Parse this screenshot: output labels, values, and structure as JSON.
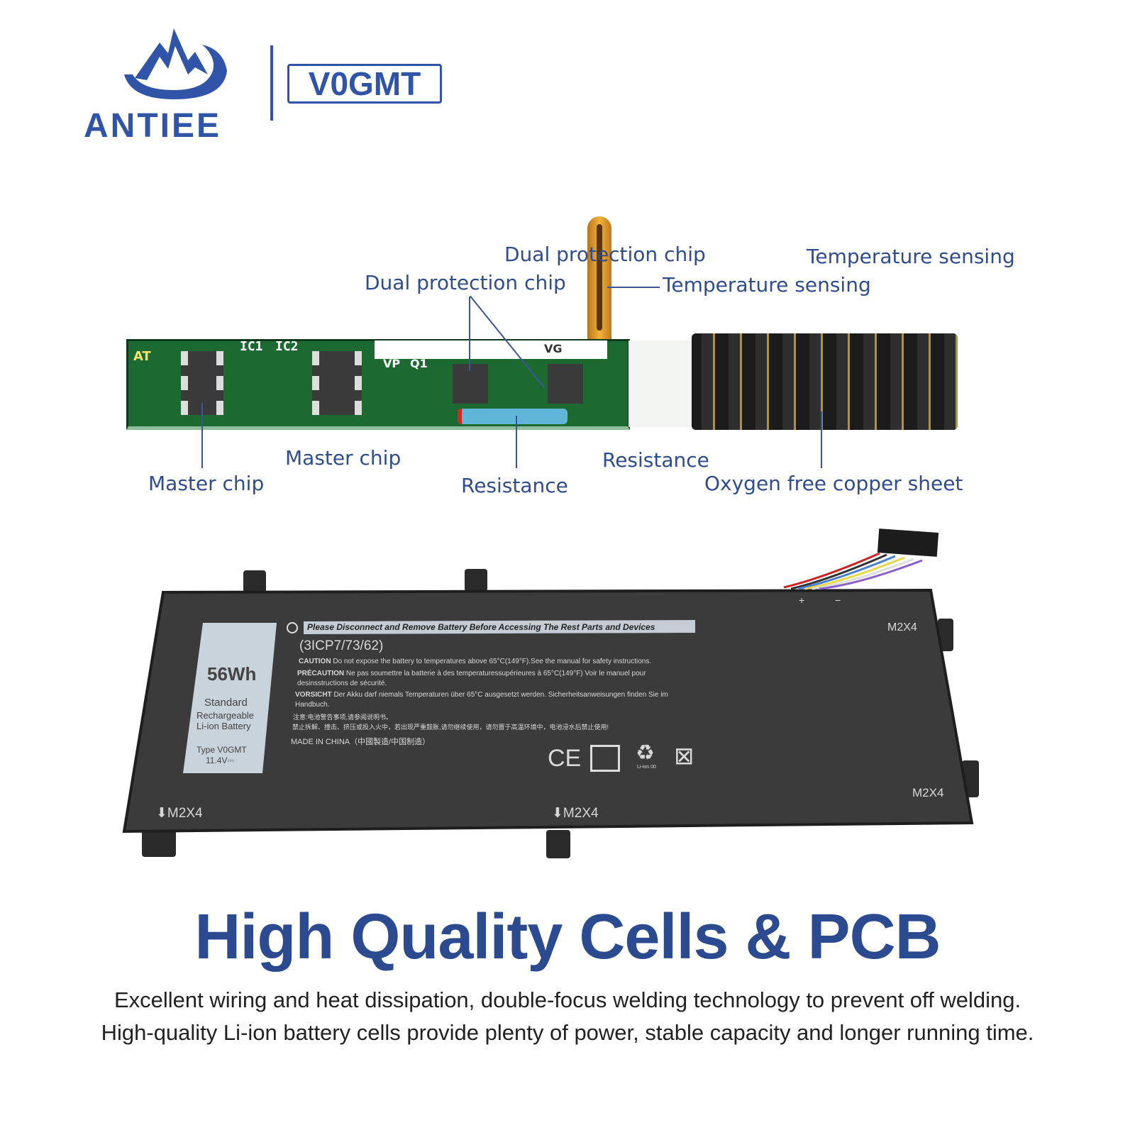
{
  "brand": {
    "name": "ANTIEE",
    "model": "V0GMT"
  },
  "pcb": {
    "labels": {
      "dual_protection_chip": "Dual protection chip",
      "temperature_sensing": "Temperature sensing",
      "master_chip": "Master chip",
      "resistance": "Resistance",
      "oxygen_free_copper_sheet": "Oxygen free copper sheet"
    },
    "silkscreen": [
      "AT",
      "IC1",
      "IC2",
      "VP",
      "Q1",
      "VG"
    ]
  },
  "battery": {
    "warning": "Please Disconnect and Remove Battery Before Accessing The Rest Parts and Devices",
    "cells": "(3ICP7/73/62)",
    "caution_title": "CAUTION",
    "caution": "Do not expose the battery to temperatures above 65°C(149°F).See the manual for safety instructions.",
    "precaution_title": "PRÉCAUTION",
    "precaution": "Ne pas soumettre la batterie à des temperaturessupérieures à 65°C(149°F) Voir le manuel pour desinsstructions de sécurité.",
    "vorsicht_title": "VORSICHT",
    "vorsicht": "Der Akku darf niemals Temperaturen über 65°C ausgesetzt werden.  Sicherheitsanweisungen finden Sie im Handbuch.",
    "cn1": "注意:电池警告事项,请参阅说明书。",
    "cn2": "禁止拆解、撞击、挤压或投入火中，若出现严重鼓胀,请勿继续使用，请勿置于高温环境中，电池浸水后禁止使用!",
    "made_in": "MADE IN CHINA（中國製造/中国制造）",
    "capacity": "56Wh",
    "type_line1": "Standard",
    "type_line2": "Rechargeable",
    "type_line3": "Li-ion Battery",
    "model_type": "Type V0GMT",
    "voltage": "11.4V⎓",
    "screw": "M2X4",
    "plus": "+",
    "minus": "−",
    "liion": "Li-ion 00"
  },
  "headline": "High Quality Cells & PCB",
  "description": [
    "Excellent wiring and heat dissipation, double-focus welding technology to prevent off welding.",
    "High-quality Li-ion battery cells provide plenty of power, stable capacity and longer running time."
  ]
}
